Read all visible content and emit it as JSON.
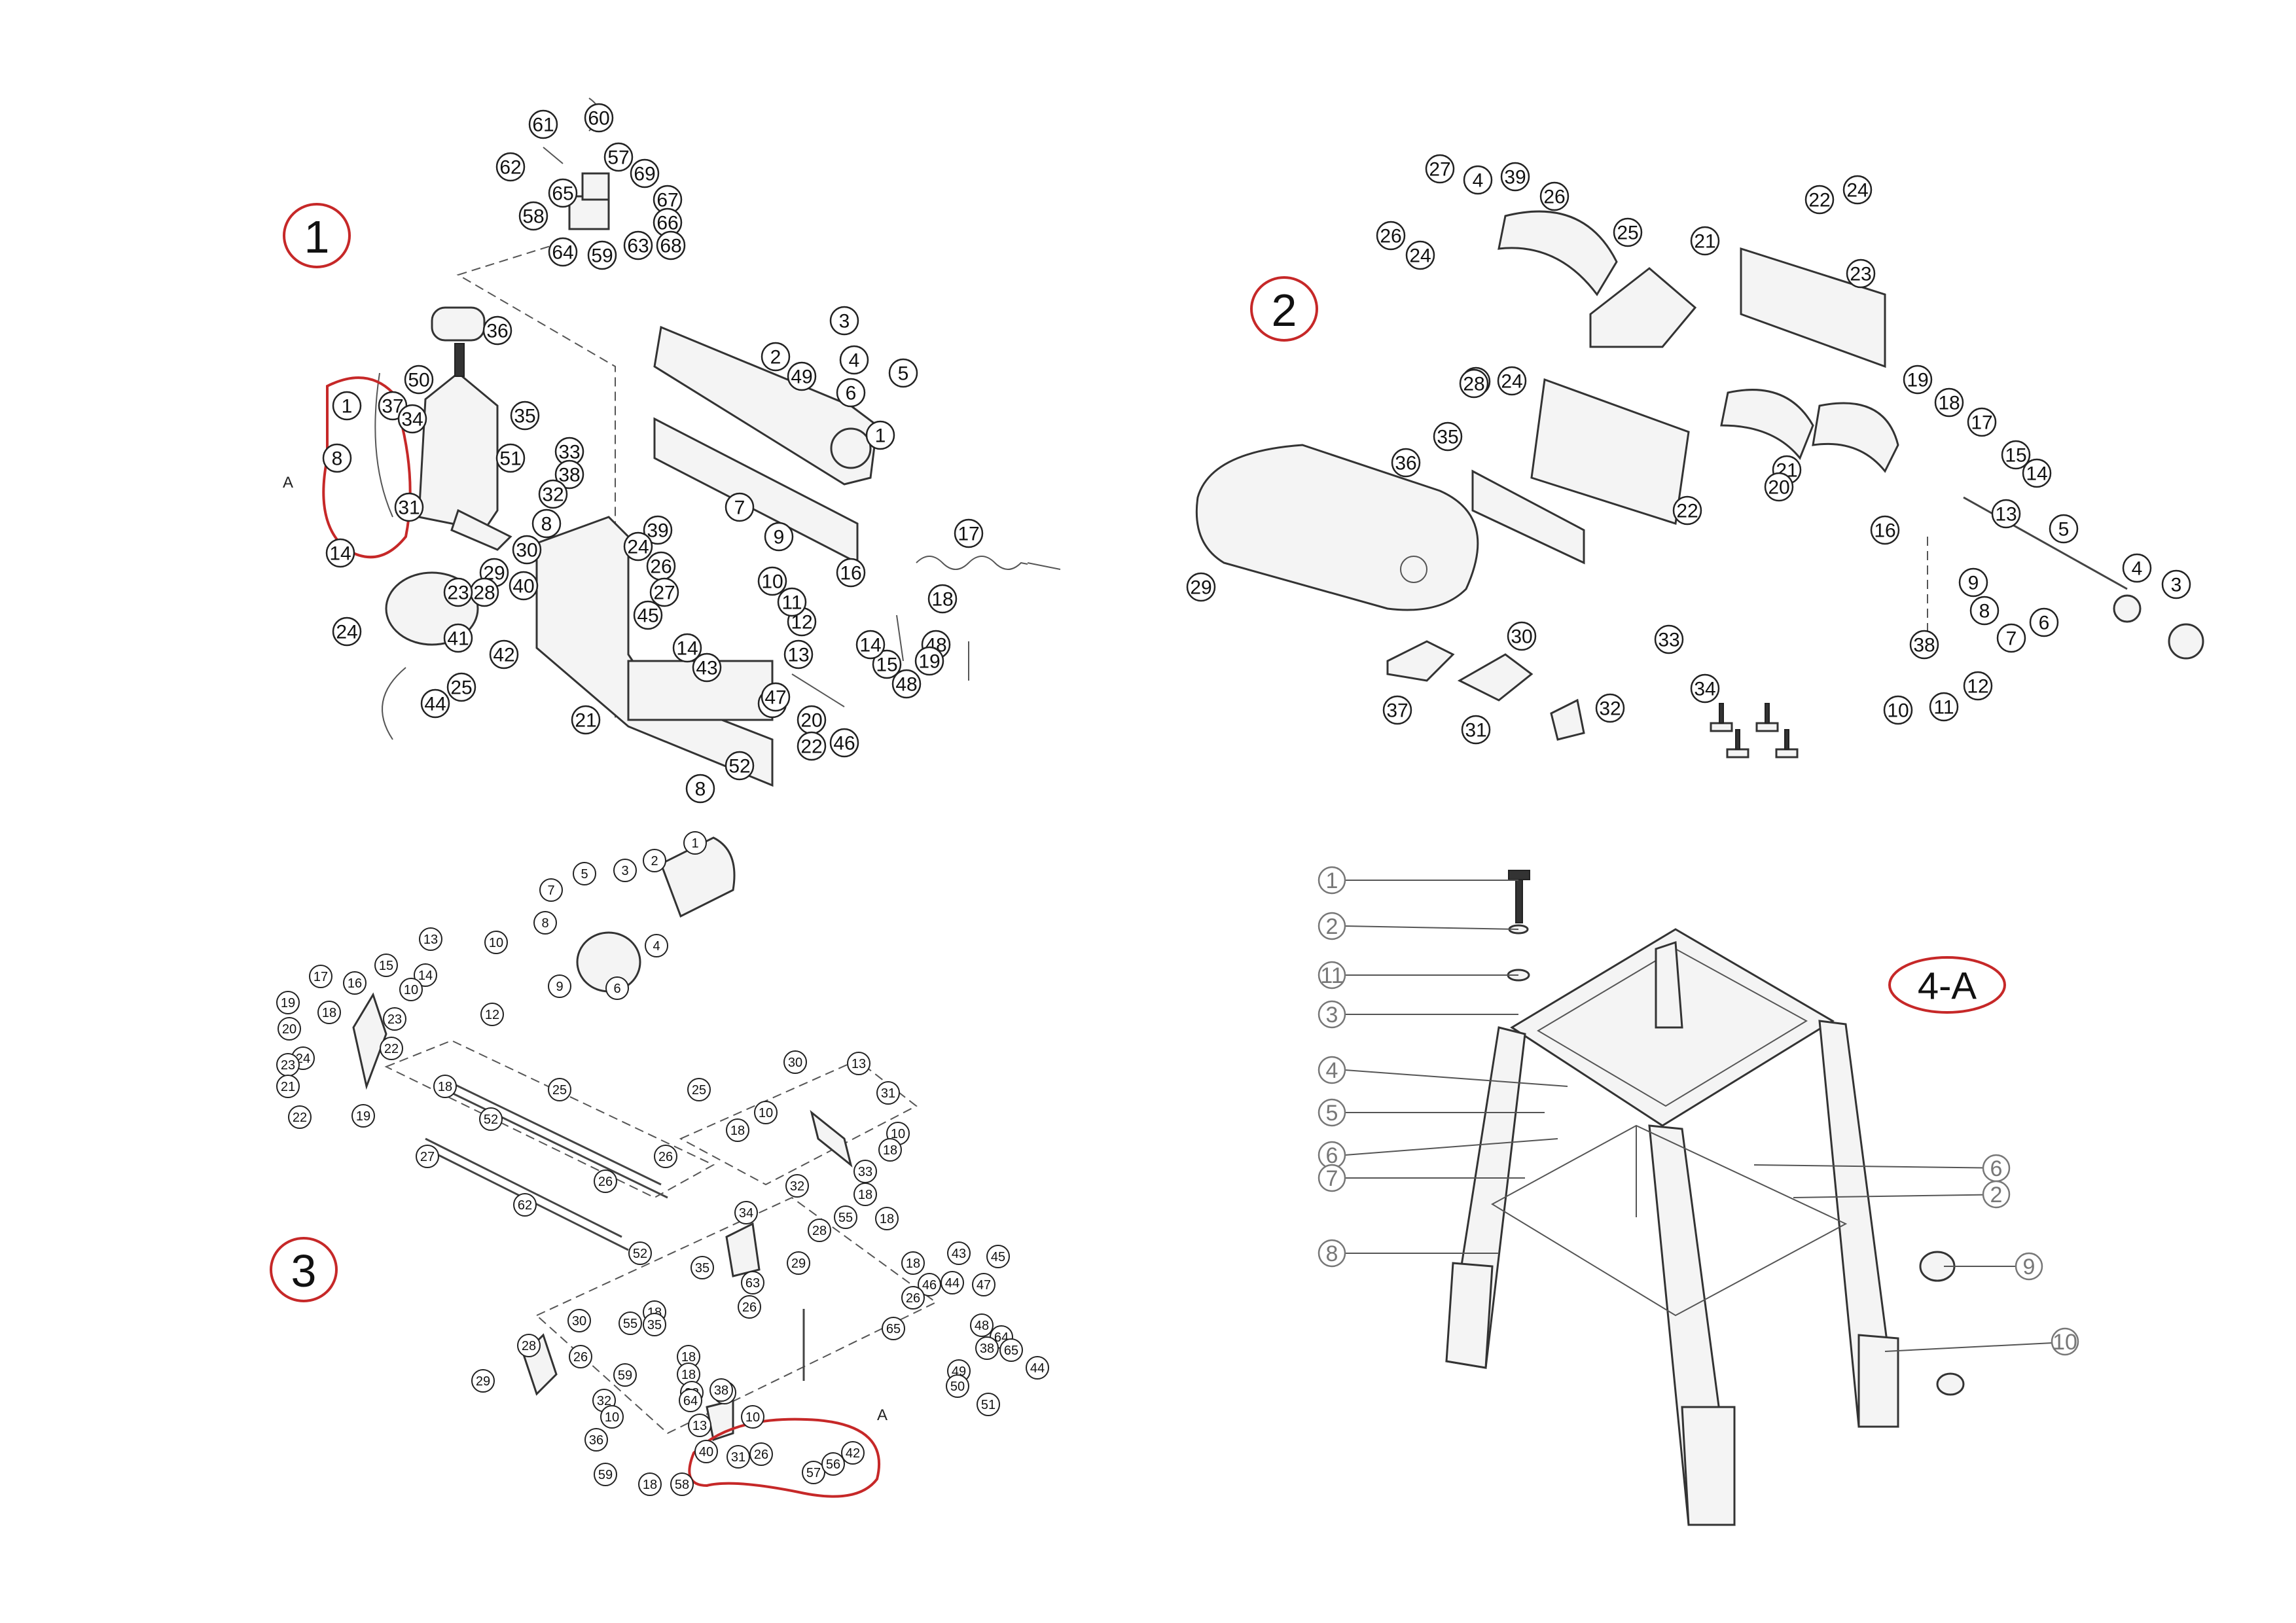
{
  "views": [
    {
      "id": "1",
      "label": "1",
      "letter": "A",
      "callouts": [
        "60",
        "61",
        "57",
        "62",
        "69",
        "65",
        "67",
        "58",
        "66",
        "64",
        "59",
        "63",
        "68",
        "36",
        "1",
        "3",
        "2",
        "4",
        "5",
        "49",
        "6",
        "1",
        "37",
        "50",
        "35",
        "34",
        "51",
        "33",
        "8",
        "38",
        "32",
        "31",
        "8",
        "39",
        "30",
        "24",
        "29",
        "14",
        "26",
        "40",
        "28",
        "27",
        "45",
        "24",
        "23",
        "42",
        "41",
        "25",
        "14",
        "43",
        "21",
        "20",
        "22",
        "8",
        "8",
        "52",
        "47",
        "46",
        "48",
        "48",
        "19",
        "16",
        "18",
        "15",
        "14",
        "13",
        "12",
        "11",
        "10",
        "9",
        "7",
        "17",
        "44"
      ]
    },
    {
      "id": "2",
      "label": "2",
      "callouts": [
        "27",
        "4",
        "39",
        "26",
        "26",
        "24",
        "25",
        "21",
        "24",
        "23",
        "22",
        "24",
        "23",
        "28",
        "35",
        "36",
        "19",
        "18",
        "17",
        "15",
        "14",
        "13",
        "16",
        "21",
        "20",
        "22",
        "5",
        "4",
        "3",
        "9",
        "8",
        "7",
        "6",
        "38",
        "10",
        "11",
        "12",
        "29",
        "30",
        "37",
        "31",
        "32",
        "33",
        "34"
      ]
    },
    {
      "id": "3",
      "label": "3",
      "letter": "A",
      "callouts": [
        "1",
        "2",
        "3",
        "5",
        "7",
        "4",
        "13",
        "10",
        "8",
        "6",
        "14",
        "9",
        "17",
        "16",
        "15",
        "12",
        "18",
        "23",
        "19",
        "10",
        "20",
        "24",
        "22",
        "23",
        "21",
        "22",
        "19",
        "18",
        "25",
        "52",
        "27",
        "26",
        "26",
        "62",
        "52",
        "25",
        "30",
        "13",
        "10",
        "31",
        "18",
        "10",
        "32",
        "18",
        "33",
        "18",
        "34",
        "28",
        "55",
        "18",
        "35",
        "29",
        "26",
        "63",
        "43",
        "18",
        "45",
        "44",
        "46",
        "47",
        "26",
        "65",
        "48",
        "64",
        "38",
        "49",
        "65",
        "50",
        "44",
        "51",
        "30",
        "55",
        "18",
        "28",
        "26",
        "59",
        "35",
        "18",
        "29",
        "32",
        "18",
        "10",
        "33",
        "18",
        "36",
        "64",
        "38",
        "40",
        "26",
        "10",
        "13",
        "31",
        "59",
        "18",
        "58",
        "57",
        "56",
        "42"
      ]
    },
    {
      "id": "4-A",
      "label": "4-A",
      "callouts": [
        "1",
        "2",
        "11",
        "3",
        "4",
        "5",
        "6",
        "7",
        "8",
        "6",
        "2",
        "9",
        "10"
      ]
    }
  ]
}
